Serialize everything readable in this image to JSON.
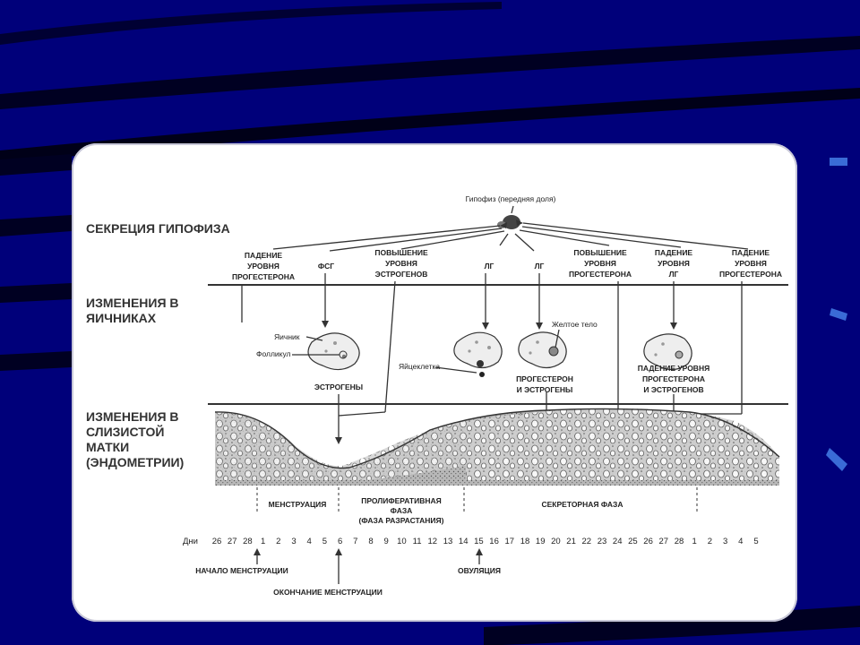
{
  "colors": {
    "background": "#00007a",
    "accent_stripes": "#000000",
    "side_marks": "#3a6bd6",
    "panel": "#ffffff"
  },
  "diagram": {
    "pituitary_label": "Гипофиз (передняя доля)",
    "sections": {
      "pituitary": "СЕКРЕЦИЯ ГИПОФИЗА",
      "ovaries": [
        "ИЗМЕНЕНИЯ В",
        "ЯИЧНИКАХ"
      ],
      "endometrium": [
        "ИЗМЕНЕНИЯ В",
        "СЛИЗИСТОЙ",
        "МАТКИ",
        "(ЭНДОМЕТРИИ)"
      ]
    },
    "hormones": {
      "h1": [
        "ПАДЕНИЕ",
        "УРОВНЯ",
        "ПРОГЕСТЕРОНА"
      ],
      "h2": [
        "ФСГ"
      ],
      "h3": [
        "ПОВЫШЕНИЕ",
        "УРОВНЯ",
        "ЭСТРОГЕНОВ"
      ],
      "h4": [
        "ЛГ"
      ],
      "h5": [
        "ЛГ"
      ],
      "h6": [
        "ПОВЫШЕНИЕ",
        "УРОВНЯ",
        "ПРОГЕСТЕРОНА"
      ],
      "h7": [
        "ПАДЕНИЕ",
        "УРОВНЯ",
        "ЛГ"
      ],
      "h8": [
        "ПАДЕНИЕ",
        "УРОВНЯ",
        "ПРОГЕСТЕРОНА"
      ]
    },
    "ovary_labels": {
      "ovary": "Яичник",
      "follicle": "Фолликул",
      "estrogens": "ЭСТРОГЕНЫ",
      "egg": "Яйцеклетка",
      "corpus_luteum": "Желтое тело",
      "prog_estr": [
        "ПРОГЕСТЕРОН",
        "И ЭСТРОГЕНЫ"
      ],
      "decline": [
        "ПАДЕНИЕ УРОВНЯ",
        "ПРОГЕСТЕРОНА",
        "И ЭСТРОГЕНОВ"
      ]
    },
    "phases": {
      "menstruation": "МЕНСТРУАЦИЯ",
      "proliferative": [
        "ПРОЛИФЕРАТИВНАЯ",
        "ФАЗА",
        "(ФАЗА РАЗРАСТАНИЯ)"
      ],
      "secretory": "СЕКРЕТОРНАЯ ФАЗА"
    },
    "days_label": "Дни",
    "days": [
      "26",
      "27",
      "28",
      "1",
      "2",
      "3",
      "4",
      "5",
      "6",
      "7",
      "8",
      "9",
      "10",
      "11",
      "12",
      "13",
      "14",
      "15",
      "16",
      "17",
      "18",
      "19",
      "20",
      "21",
      "22",
      "23",
      "24",
      "25",
      "26",
      "27",
      "28",
      "1",
      "2",
      "3",
      "4",
      "5"
    ],
    "events": {
      "menstruation_start": "НАЧАЛО МЕНСТРУАЦИИ",
      "menstruation_end": "ОКОНЧАНИЕ МЕНСТРУАЦИИ",
      "ovulation": "ОВУЛЯЦИЯ"
    }
  }
}
